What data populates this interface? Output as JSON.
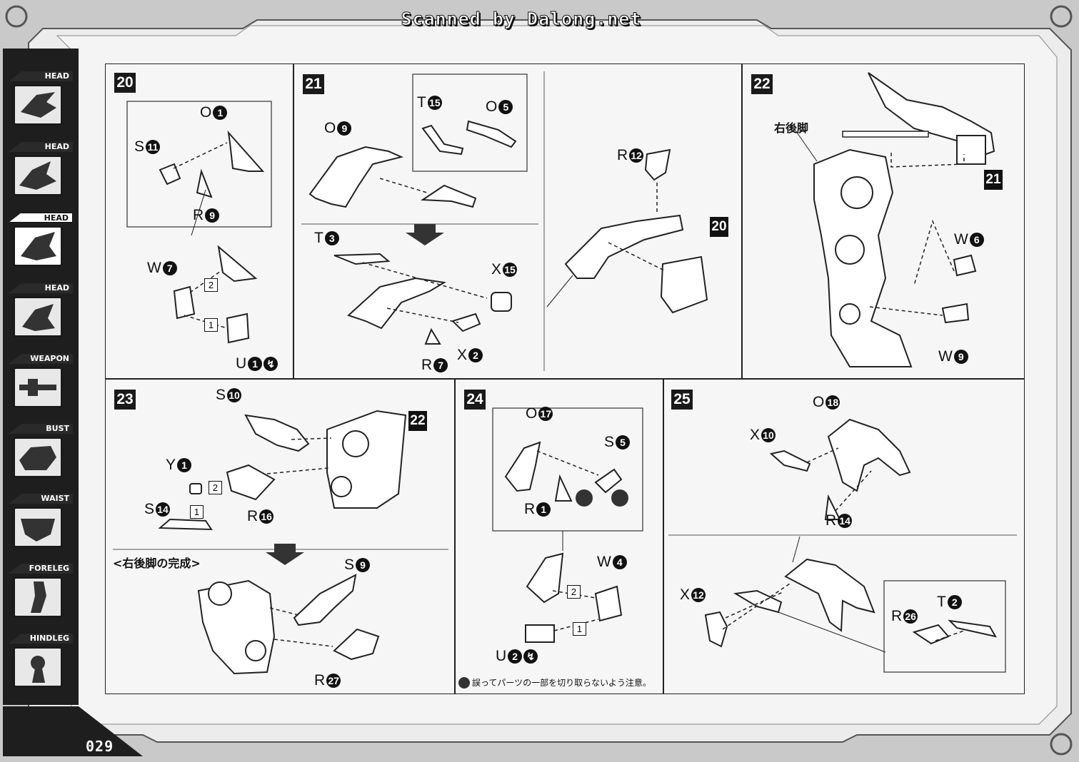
{
  "banner": "Scanned by Dalong.net",
  "page_number": "029",
  "sidebar": {
    "tabs": [
      {
        "label": "HEAD",
        "icon": "dragon-head-icon",
        "active": false
      },
      {
        "label": "HEAD",
        "icon": "dragon-head-icon",
        "active": false
      },
      {
        "label": "HEAD",
        "icon": "dragon-head-icon",
        "active": true
      },
      {
        "label": "HEAD",
        "icon": "dragon-head-icon",
        "active": false
      },
      {
        "label": "WEAPON",
        "icon": "gun-icon",
        "active": false
      },
      {
        "label": "BUST",
        "icon": "torso-icon",
        "active": false
      },
      {
        "label": "WAIST",
        "icon": "waist-icon",
        "active": false
      },
      {
        "label": "FORELEG",
        "icon": "foreleg-icon",
        "active": false
      },
      {
        "label": "HINDLEG",
        "icon": "hindleg-icon",
        "active": false
      }
    ]
  },
  "steps": {
    "s20": {
      "num": "20",
      "parts": [
        {
          "letter": "O",
          "n": "1"
        },
        {
          "letter": "S",
          "n": "11"
        },
        {
          "letter": "R",
          "n": "9"
        },
        {
          "letter": "W",
          "n": "7"
        },
        {
          "letter": "U",
          "n": "1"
        }
      ],
      "seq": [
        "2",
        "1"
      ]
    },
    "s21": {
      "num": "21",
      "parts": [
        {
          "letter": "O",
          "n": "9"
        },
        {
          "letter": "T",
          "n": "15"
        },
        {
          "letter": "O",
          "n": "5"
        },
        {
          "letter": "T",
          "n": "3"
        },
        {
          "letter": "X",
          "n": "15"
        },
        {
          "letter": "R",
          "n": "7"
        },
        {
          "letter": "X",
          "n": "2"
        },
        {
          "letter": "R",
          "n": "12"
        }
      ],
      "ref": "20"
    },
    "s22": {
      "num": "22",
      "label": "右後脚",
      "parts": [
        {
          "letter": "W",
          "n": "6"
        },
        {
          "letter": "W",
          "n": "9"
        }
      ],
      "ref": "21"
    },
    "s23": {
      "num": "23",
      "parts": [
        {
          "letter": "S",
          "n": "10"
        },
        {
          "letter": "Y",
          "n": "1"
        },
        {
          "letter": "S",
          "n": "14"
        },
        {
          "letter": "R",
          "n": "16"
        },
        {
          "letter": "S",
          "n": "9"
        },
        {
          "letter": "R",
          "n": "27"
        }
      ],
      "ref": "22",
      "seq": [
        "2",
        "1"
      ],
      "completion": "<右後脚の完成>"
    },
    "s24": {
      "num": "24",
      "parts": [
        {
          "letter": "O",
          "n": "17"
        },
        {
          "letter": "S",
          "n": "5"
        },
        {
          "letter": "R",
          "n": "1"
        },
        {
          "letter": "W",
          "n": "4"
        },
        {
          "letter": "U",
          "n": "2"
        }
      ],
      "seq": [
        "2",
        "1"
      ],
      "note": "誤ってパーツの一部を切り取らないよう注意。"
    },
    "s25": {
      "num": "25",
      "parts": [
        {
          "letter": "O",
          "n": "18"
        },
        {
          "letter": "X",
          "n": "10"
        },
        {
          "letter": "R",
          "n": "14"
        },
        {
          "letter": "X",
          "n": "12"
        },
        {
          "letter": "T",
          "n": "2"
        },
        {
          "letter": "R",
          "n": "26"
        }
      ]
    }
  }
}
